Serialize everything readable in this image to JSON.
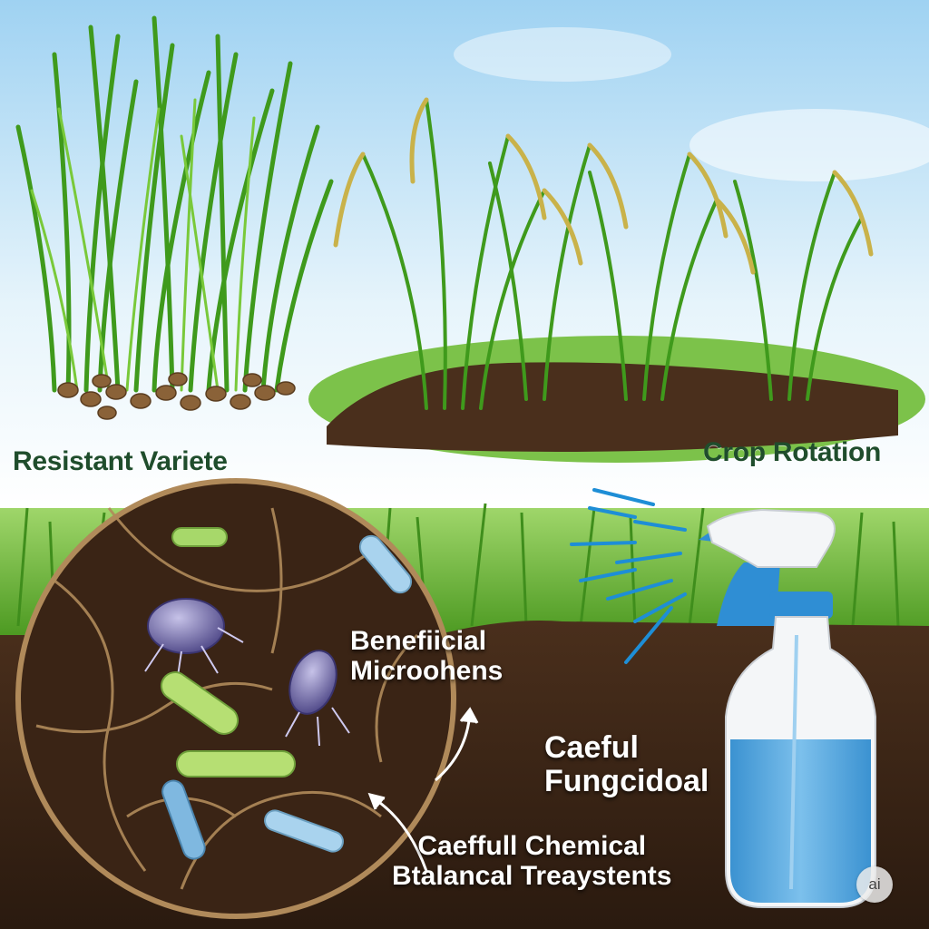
{
  "labels": {
    "resistant": "Resistant Variete",
    "rotation": "Crop Rotation",
    "microbes_line1": "Benefiicial",
    "microbes_line2": "Microohens",
    "fungicide_line1": "Caeful",
    "fungicide_line2": "Fungcidoal",
    "chemical_line1": "Caeffull Chemical",
    "chemical_line2": "Btalancal Treaystents"
  },
  "badge": "ai",
  "colors": {
    "sky": "#bfe3f7",
    "grass": "#5cad2a",
    "soil": "#3b2516",
    "label_green": "#1f4d2c",
    "spray_blue": "#1e8ed6",
    "bottle_liquid": "#4fa6e0"
  },
  "icons": [
    "rice-plant-icon",
    "rice-grain-icon",
    "microbe-icon",
    "arrow-icon",
    "spray-bottle-icon",
    "spray-mist-icon"
  ]
}
